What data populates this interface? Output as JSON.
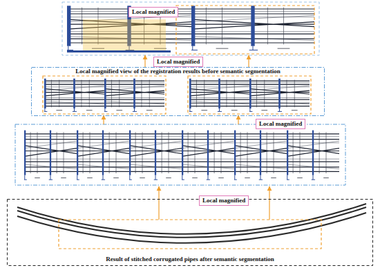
{
  "diagram": {
    "nodes": [
      {
        "text": [
          "Local magnified"
        ]
      },
      {
        "text": [
          "Local magnified"
        ]
      },
      {
        "text": [
          "Local magnified view of the registration results before semantic segmentation"
        ]
      },
      {
        "text": [
          "Local magnified"
        ]
      },
      {
        "text": [
          "Local magnified"
        ]
      },
      {
        "text": [
          "Result of stitched corrugated pipes after semantic segmentation"
        ]
      }
    ]
  }
}
